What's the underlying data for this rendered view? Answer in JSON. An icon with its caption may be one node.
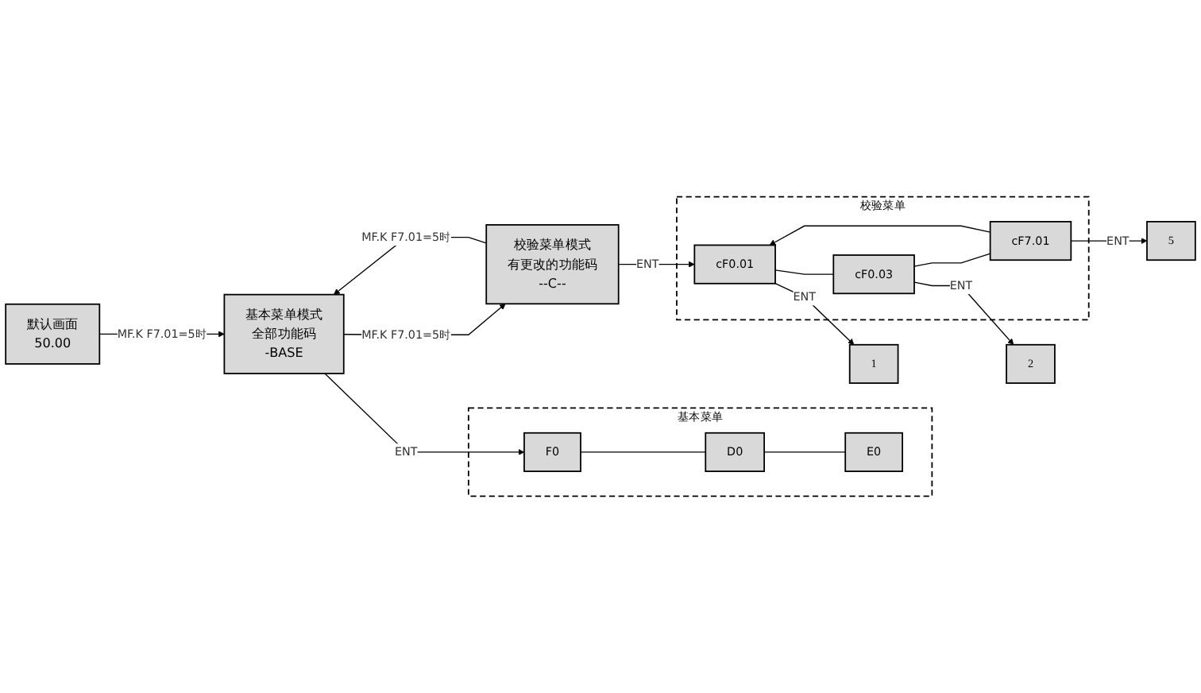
{
  "diagram": {
    "nodes": [
      {
        "text": [
          "默认画面",
          "50.00"
        ]
      },
      {
        "text": [
          "基本菜单模式",
          "全部功能码",
          "-BASE"
        ]
      },
      {
        "text": [
          "校验菜单模式",
          "有更改的功能码",
          "--C--"
        ]
      },
      {
        "text": [
          "基本菜单"
        ]
      },
      {
        "text": [
          "F0"
        ],
        "in": 3
      },
      {
        "text": [
          "D0"
        ],
        "in": 3
      },
      {
        "text": [
          "E0"
        ],
        "in": 3
      },
      {
        "text": [
          "校验菜单"
        ]
      },
      {
        "text": [
          "cF0.01"
        ],
        "in": 7
      },
      {
        "text": [
          "cF0.03"
        ],
        "in": 7
      },
      {
        "text": [
          "cF7.01"
        ],
        "in": 7
      },
      {
        "text": [
          "1"
        ]
      },
      {
        "text": [
          "2"
        ]
      },
      {
        "text": [
          "5"
        ]
      }
    ],
    "edges": [
      {
        "from": 0,
        "to": 1,
        "arrow": "to",
        "label": "MF.K F7.01=5时"
      },
      {
        "from": 1,
        "to": 2,
        "arrow": "to",
        "label": "MF.K F7.01=5时"
      },
      {
        "from": 2,
        "to": 1,
        "arrow": "to",
        "label": "MF.K F7.01=5时"
      },
      {
        "from": 1,
        "to": 4,
        "arrow": "to",
        "label": "ENT"
      },
      {
        "from": 2,
        "to": 8,
        "arrow": "to",
        "label": "ENT"
      },
      {
        "from": 4,
        "to": 5,
        "arrow": "none"
      },
      {
        "from": 5,
        "to": 6,
        "arrow": "none"
      },
      {
        "from": 8,
        "to": 9,
        "arrow": "none"
      },
      {
        "from": 9,
        "to": 10,
        "arrow": "none"
      },
      {
        "from": 10,
        "to": 8,
        "arrow": "to"
      },
      {
        "from": 8,
        "to": 11,
        "arrow": "to",
        "label": "ENT"
      },
      {
        "from": 9,
        "to": 12,
        "arrow": "to",
        "label": "ENT"
      },
      {
        "from": 10,
        "to": 13,
        "arrow": "to",
        "label": "ENT"
      }
    ]
  }
}
